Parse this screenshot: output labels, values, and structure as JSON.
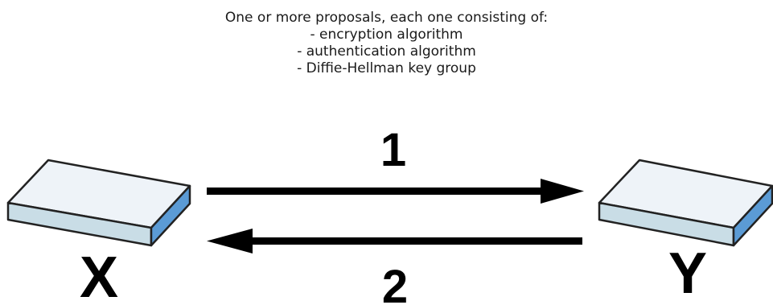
{
  "caption": {
    "intro": "One or more proposals, each one consisting of:",
    "items": [
      "- encryption algorithm",
      "- authentication algorithm",
      "- Diffie-Hellman key group"
    ]
  },
  "devices": {
    "left_label": "X",
    "right_label": "Y"
  },
  "messages": {
    "first_label": "1",
    "second_label": "2"
  },
  "colors": {
    "device_top": "#eef3f8",
    "device_front": "#c9dde6",
    "device_side": "#5b9bd5",
    "outline": "#222222",
    "arrow": "#000000"
  }
}
